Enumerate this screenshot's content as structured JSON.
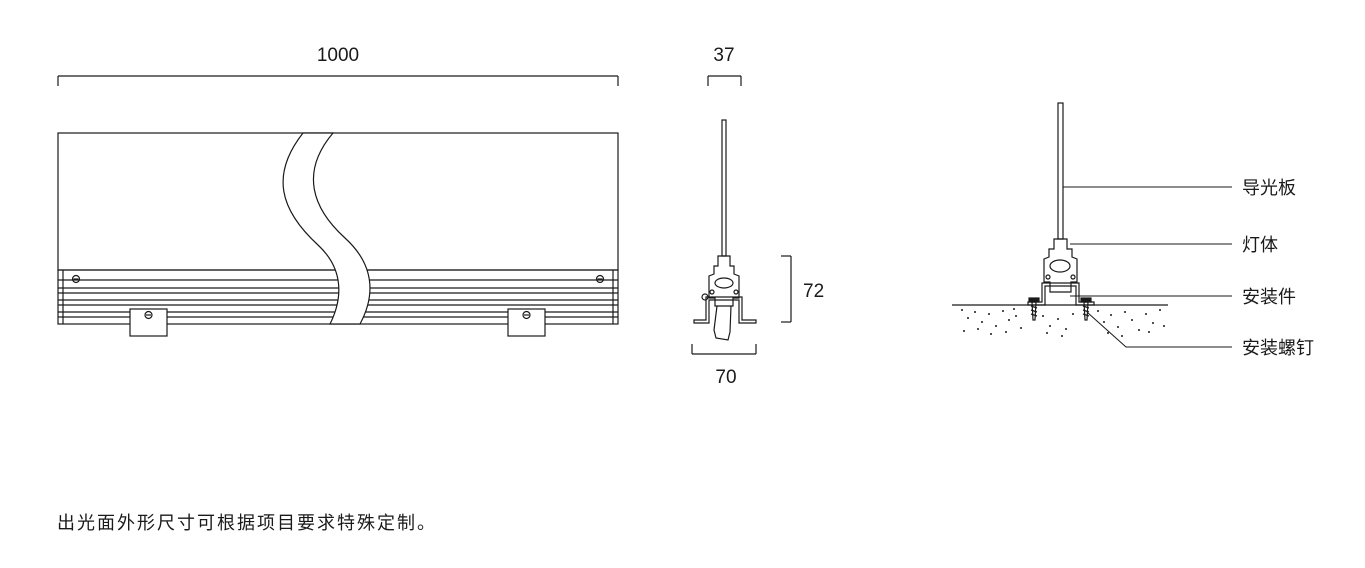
{
  "dimensions": {
    "front_length": "1000",
    "side_top_width": "37",
    "side_height": "72",
    "side_base_width": "70"
  },
  "labels": {
    "light_guide_plate": "导光板",
    "lamp_body": "灯体",
    "mounting_part": "安装件",
    "mounting_screw": "安装螺钉"
  },
  "note": "出光面外形尺寸可根据项目要求特殊定制。",
  "colors": {
    "line": "#1a1a1a",
    "background": "#ffffff"
  }
}
